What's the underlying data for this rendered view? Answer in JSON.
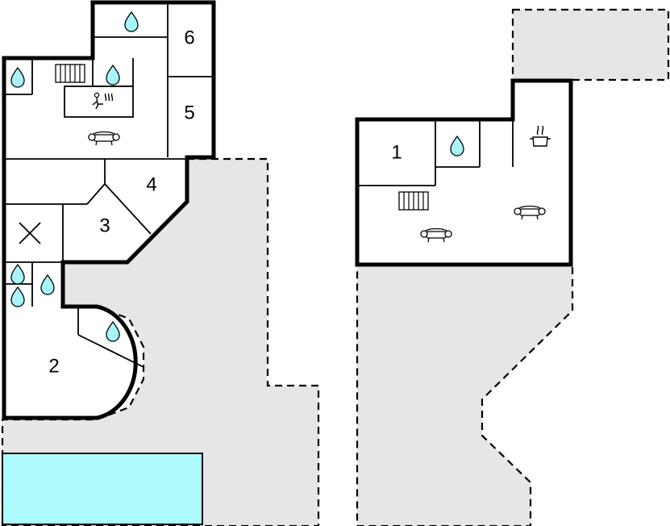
{
  "colors": {
    "water_drop": "#a8f4f8",
    "pool": "#acfafc",
    "outdoor_area": "#e6e6e6",
    "wall": "#000000"
  },
  "rooms": {
    "r1": "1",
    "r2": "2",
    "r3": "3",
    "r4": "4",
    "r5": "5",
    "r6": "6"
  },
  "icons": {
    "water": "water-drop-icon",
    "radiator": "radiator-icon",
    "sauna": "sauna-icon",
    "sofa": "sofa-icon",
    "cooking": "cooking-pot-icon",
    "cross": "cross-icon"
  }
}
